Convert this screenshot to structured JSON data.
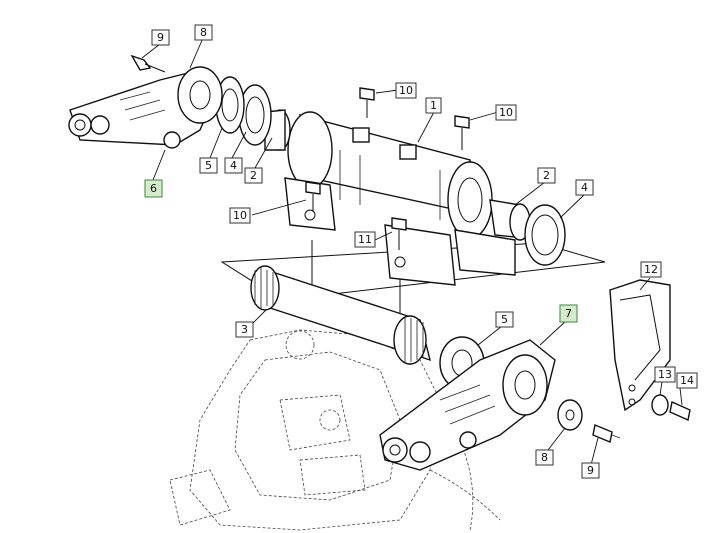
{
  "diagram": {
    "callouts": [
      {
        "id": "c9a",
        "label": "9",
        "highlight": false
      },
      {
        "id": "c8a",
        "label": "8",
        "highlight": false
      },
      {
        "id": "c6",
        "label": "6",
        "highlight": true
      },
      {
        "id": "c5a",
        "label": "5",
        "highlight": false
      },
      {
        "id": "c4a",
        "label": "4",
        "highlight": false
      },
      {
        "id": "c2a",
        "label": "2",
        "highlight": false
      },
      {
        "id": "c10a",
        "label": "10",
        "highlight": false
      },
      {
        "id": "c1",
        "label": "1",
        "highlight": false
      },
      {
        "id": "c10b",
        "label": "10",
        "highlight": false
      },
      {
        "id": "c2b",
        "label": "2",
        "highlight": false
      },
      {
        "id": "c4b",
        "label": "4",
        "highlight": false
      },
      {
        "id": "c10c",
        "label": "10",
        "highlight": false
      },
      {
        "id": "c11",
        "label": "11",
        "highlight": false
      },
      {
        "id": "c3",
        "label": "3",
        "highlight": false
      },
      {
        "id": "c5b",
        "label": "5",
        "highlight": false
      },
      {
        "id": "c7",
        "label": "7",
        "highlight": true
      },
      {
        "id": "c12",
        "label": "12",
        "highlight": false
      },
      {
        "id": "c13",
        "label": "13",
        "highlight": false
      },
      {
        "id": "c14",
        "label": "14",
        "highlight": false
      },
      {
        "id": "c8b",
        "label": "8",
        "highlight": false
      },
      {
        "id": "c9b",
        "label": "9",
        "highlight": false
      }
    ]
  }
}
